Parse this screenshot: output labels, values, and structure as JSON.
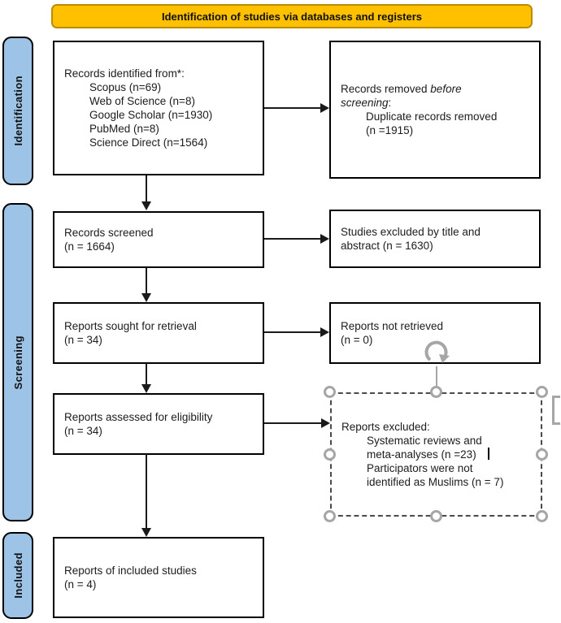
{
  "banner": {
    "label": "Identification of studies via databases and registers"
  },
  "stages": [
    {
      "label": "Identification"
    },
    {
      "label": "Screening"
    },
    {
      "label": "Included"
    }
  ],
  "colors": {
    "banner_bg": "#FFC000",
    "banner_border": "#BC8C00",
    "stage_bg": "#9DC3E6",
    "selection_gray": "#A6A6A6"
  },
  "boxes": {
    "identified": {
      "lines": [
        {
          "indent": 0,
          "runs": [
            {
              "t": "Records identified from*:"
            }
          ]
        },
        {
          "indent": 1,
          "runs": [
            {
              "t": "Scopus (n=69)"
            }
          ]
        },
        {
          "indent": 1,
          "runs": [
            {
              "t": "Web of Science (n=8)"
            }
          ]
        },
        {
          "indent": 1,
          "runs": [
            {
              "t": "Google Scholar (n=1930)"
            }
          ]
        },
        {
          "indent": 1,
          "runs": [
            {
              "t": "PubMed (n=8)"
            }
          ]
        },
        {
          "indent": 1,
          "runs": [
            {
              "t": "Science Direct (n=1564)"
            }
          ]
        }
      ]
    },
    "removed": {
      "lines": [
        {
          "indent": 0,
          "runs": [
            {
              "t": "Records removed "
            },
            {
              "t": "before",
              "italic": true
            }
          ]
        },
        {
          "indent": 0,
          "runs": [
            {
              "t": "screening",
              "italic": true
            },
            {
              "t": ":"
            }
          ]
        },
        {
          "indent": 1,
          "runs": [
            {
              "t": "Duplicate records removed"
            }
          ]
        },
        {
          "indent": 1,
          "runs": [
            {
              "t": "(n =1915)"
            }
          ]
        }
      ]
    },
    "screened": {
      "lines": [
        {
          "indent": 0,
          "runs": [
            {
              "t": "Records screened"
            }
          ]
        },
        {
          "indent": 0,
          "runs": [
            {
              "t": "(n = 1664)"
            }
          ]
        }
      ]
    },
    "excluded_title_abstract": {
      "lines": [
        {
          "indent": 0,
          "runs": [
            {
              "t": "Studies excluded by title and"
            }
          ]
        },
        {
          "indent": 0,
          "runs": [
            {
              "t": "abstract (n = 1630)"
            }
          ]
        }
      ]
    },
    "sought": {
      "lines": [
        {
          "indent": 0,
          "runs": [
            {
              "t": "Reports sought for retrieval"
            }
          ]
        },
        {
          "indent": 0,
          "runs": [
            {
              "t": "(n = 34)"
            }
          ]
        }
      ]
    },
    "not_retrieved": {
      "lines": [
        {
          "indent": 0,
          "runs": [
            {
              "t": "Reports not retrieved"
            }
          ]
        },
        {
          "indent": 0,
          "runs": [
            {
              "t": "(n = 0)"
            }
          ]
        }
      ]
    },
    "assessed": {
      "lines": [
        {
          "indent": 0,
          "runs": [
            {
              "t": "Reports assessed for eligibility"
            }
          ]
        },
        {
          "indent": 0,
          "runs": [
            {
              "t": "(n = 34)"
            }
          ]
        }
      ]
    },
    "excluded_reports": {
      "lines": [
        {
          "indent": 0,
          "runs": [
            {
              "t": "Reports excluded:"
            }
          ]
        },
        {
          "indent": 1,
          "runs": [
            {
              "t": "Systematic reviews and"
            }
          ]
        },
        {
          "indent": 1,
          "runs": [
            {
              "t": "meta-analyses (n =23)"
            }
          ]
        },
        {
          "indent": 1,
          "runs": [
            {
              "t": "Participators were not"
            }
          ]
        },
        {
          "indent": 1,
          "runs": [
            {
              "t": "identified as Muslims (n = 7)"
            }
          ]
        }
      ]
    },
    "included_reports": {
      "lines": [
        {
          "indent": 0,
          "runs": [
            {
              "t": "Reports of included studies"
            }
          ]
        },
        {
          "indent": 0,
          "runs": [
            {
              "t": "(n = 4)"
            }
          ]
        }
      ]
    }
  }
}
